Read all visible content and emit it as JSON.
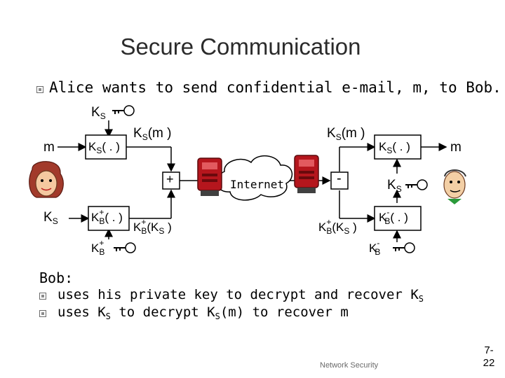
{
  "title": "Secure Communication",
  "intro": "Alice wants to send confidential e-mail, m, to Bob.",
  "diagram": {
    "alice_m": "m",
    "ks_top_label": "K",
    "ks_top_sub": "S",
    "ks_func_label": "K",
    "ks_func_sub": "S",
    "ks_func_arg": "( . )",
    "ks_m_left": "K",
    "ks_m_left_sub": "S",
    "ks_m_left_arg": "(m )",
    "plus_op": "+",
    "internet": "Internet",
    "ks_m_right": "K",
    "ks_m_right_sub": "S",
    "ks_m_right_arg": "(m )",
    "minus_op": "-",
    "bob_ks_func": "K",
    "bob_ks_func_sub": "S",
    "bob_ks_func_arg": "( . )",
    "bob_m": "m",
    "bob_ks_label": "K",
    "bob_ks_sub": "S",
    "alice_ks": "K",
    "alice_ks_sub": "S",
    "kb_plus_func": "K",
    "kb_plus_func_sup": "+",
    "kb_plus_func_sub": "B",
    "kb_plus_func_arg": "( . )",
    "kb_plus_ks_left": "K",
    "kb_plus_ks_left_sup": "+",
    "kb_plus_ks_left_sub": "B",
    "kb_plus_ks_left_arg": "(K",
    "kb_plus_ks_left_arg_sub": "S",
    "kb_plus_ks_left_close": " )",
    "kb_plus_ks_right": "K",
    "kb_plus_ks_right_sup": "+",
    "kb_plus_ks_right_sub": "B",
    "kb_plus_ks_right_arg": "(K",
    "kb_plus_ks_right_arg_sub": "S",
    "kb_plus_ks_right_close": " )",
    "kb_minus_func": "K",
    "kb_minus_func_sup": "-",
    "kb_minus_func_sub": "B",
    "kb_minus_func_arg": "( . )",
    "kb_plus_key": "K",
    "kb_plus_key_sup": "+",
    "kb_plus_key_sub": "B",
    "kb_minus_key": "K",
    "kb_minus_key_sup": "-",
    "kb_minus_key_sub": "B"
  },
  "bob_heading": "Bob:",
  "bob_points": [
    {
      "pre": "uses his private key to decrypt and recover K",
      "sub": "S",
      "post": ""
    },
    {
      "pre": "uses K",
      "sub": "S",
      "mid": " to decrypt K",
      "sub2": "S",
      "post": "(m) to recover m"
    }
  ],
  "footer": "Network Security",
  "page_number": "7-\n22",
  "icons": [
    "bullet-square",
    "key-icon",
    "alice-face",
    "bob-face",
    "router-icon",
    "internet-cloud"
  ]
}
